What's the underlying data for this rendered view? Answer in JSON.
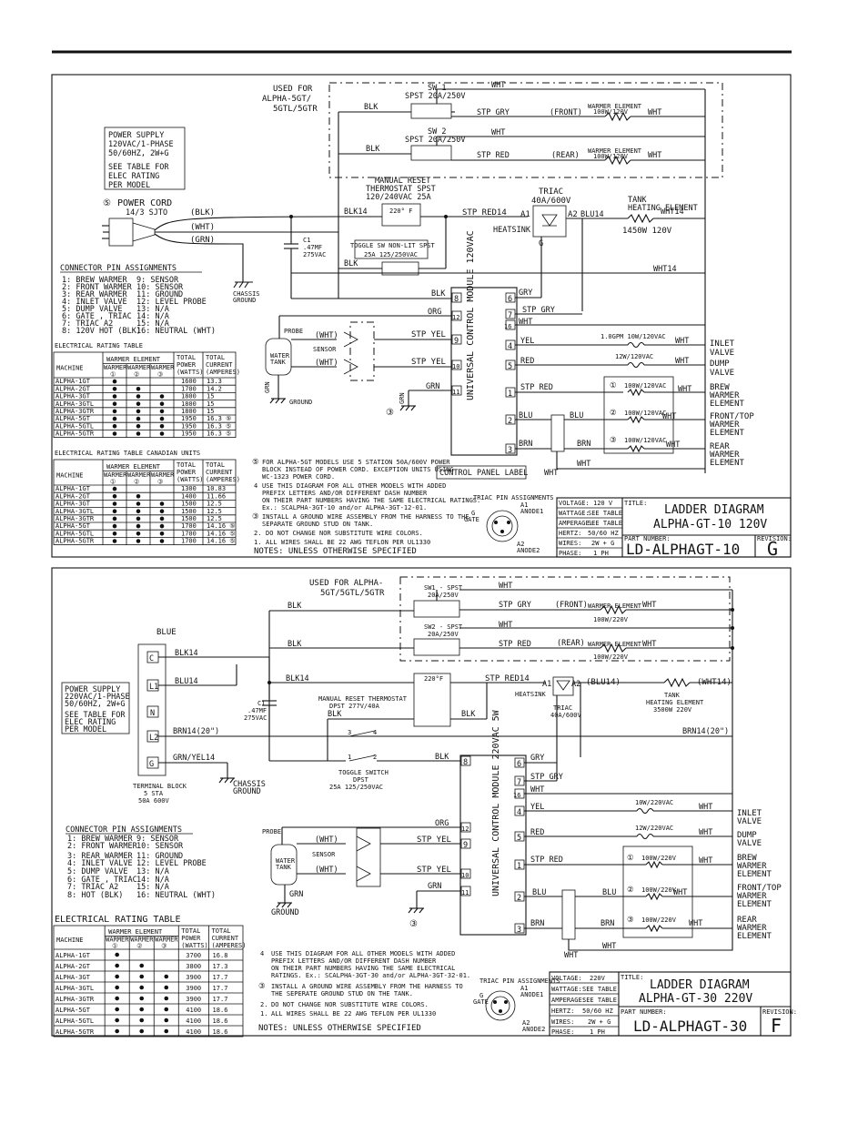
{
  "d1": {
    "used_for": [
      "USED FOR",
      "ALPHA-5GT/",
      "5GTL/5GTR"
    ],
    "sw1": [
      "SW 1",
      "SPST 20A/250V"
    ],
    "sw2": [
      "SW 2",
      "SPST 20A/250V"
    ],
    "front": "(FRONT)",
    "rear": "(REAR)",
    "warmer_element": "WARMER ELEMENT",
    "warmer_rating": "100W/120V",
    "power_supply": [
      "POWER SUPPLY",
      "120VAC/1-PHASE",
      "50/60HZ, 2W+G",
      "",
      "SEE TABLE FOR",
      "ELEC RATING",
      "PER MODEL"
    ],
    "power_cord": "POWER CORD",
    "cord_type": "14/3 SJTO",
    "cap": [
      "C1",
      ".47MF",
      "275VAC"
    ],
    "thermostat": [
      "MANUAL RESET",
      "THERMOSTAT SPST",
      "120/240VAC 25A"
    ],
    "thermo_temp": "220° F",
    "toggle": [
      "TOGGLE SW NON-LIT SPST",
      "25A 125/250VAC"
    ],
    "triac": [
      "TRIAC",
      "40A/600V"
    ],
    "heatsink": "HEATSINK",
    "tank": [
      "TANK",
      "HEATING ELEMENT"
    ],
    "tank_rating": "1450W 120V",
    "chassis": [
      "CHASSIS",
      "GROUND"
    ],
    "module": "UNIVERSAL CONTROL MODULE 120VAC",
    "control_panel_label": "CONTROL PANEL LABEL",
    "inlet_rating": "1.0GPM 10W/120VAC",
    "dump_rating": "12W/120VAC",
    "brew_rating": "100W/120VAC",
    "notes": [
      "FOR ALPHA-5GT MODELS USE 5 STATION 50A/600V POWER",
      "BLOCK INSTEAD OF POWER CORD. EXCEPTION UNITS USING",
      "WC-1323 POWER CORD.",
      "USE THIS DIAGRAM FOR ALL OTHER MODELS WITH ADDED",
      "PREFIX LETTERS AND/OR DIFFERENT DASH NUMBER",
      "ON THEIR PART NUMBERS HAVING THE SAME ELECTRICAL RATINGS.",
      "Ex.: SCALPHA-3GT-10 and/or ALPHA-3GT-12-01.",
      "INSTALL A GROUND WIRE ASSEMBLY FROM THE HARNESS TO THE",
      "SEPARATE GROUND STUD ON TANK.",
      "DO NOT CHANGE NOR SUBSTITUTE WIRE COLORS.",
      "ALL WIRES SHALL BE 22 AWG TEFLON PER UL1330"
    ],
    "title_block": {
      "voltage": "120 V",
      "wattage": "SEE TABLE",
      "amperage": "SEE TABLE",
      "hertz": "50/60 HZ",
      "wires": "2W + G",
      "phase": "1 PH",
      "title": [
        "LADDER DIAGRAM",
        "ALPHA-GT-10 120V"
      ],
      "part_number": "LD-ALPHAGT-10",
      "revision": "G"
    },
    "rating_table": [
      [
        "ALPHA-1GT",
        "1",
        "",
        "",
        "1600",
        "13.3"
      ],
      [
        "ALPHA-2GT",
        "1",
        "1",
        "",
        "1700",
        "14.2"
      ],
      [
        "ALPHA-3GT",
        "1",
        "1",
        "1",
        "1800",
        "15"
      ],
      [
        "ALPHA-3GTL",
        "1",
        "1",
        "1",
        "1800",
        "15"
      ],
      [
        "ALPHA-3GTR",
        "1",
        "1",
        "1",
        "1800",
        "15"
      ],
      [
        "ALPHA-5GT",
        "1",
        "1",
        "1",
        "1950",
        "16.3 ⑤"
      ],
      [
        "ALPHA-5GTL",
        "1",
        "1",
        "1",
        "1950",
        "16.3 ⑤"
      ],
      [
        "ALPHA-5GTR",
        "1",
        "1",
        "1",
        "1950",
        "16.3 ⑤"
      ]
    ],
    "canadian_table": [
      [
        "ALPHA-1GT",
        "1",
        "",
        "",
        "1300",
        "10.83"
      ],
      [
        "ALPHA-2GT",
        "1",
        "1",
        "",
        "1400",
        "11.66"
      ],
      [
        "ALPHA-3GT",
        "1",
        "1",
        "1",
        "1500",
        "12.5"
      ],
      [
        "ALPHA-3GTL",
        "1",
        "1",
        "1",
        "1500",
        "12.5"
      ],
      [
        "ALPHA-3GTR",
        "1",
        "1",
        "1",
        "1500",
        "12.5"
      ],
      [
        "ALPHA-5GT",
        "1",
        "1",
        "1",
        "1700",
        "14.16 ⑤"
      ],
      [
        "ALPHA-5GTL",
        "1",
        "1",
        "1",
        "1700",
        "14.16 ⑤"
      ],
      [
        "ALPHA-5GTR",
        "1",
        "1",
        "1",
        "1700",
        "14.16 ⑤"
      ]
    ]
  },
  "d2": {
    "used_for": [
      "USED FOR ALPHA-",
      "5GT/5GTL/5GTR"
    ],
    "sw1": [
      "SW1 - SPST",
      "20A/250V"
    ],
    "sw2": [
      "SW2 - SPST",
      "20A/250V"
    ],
    "front": "(FRONT)",
    "rear": "(REAR)",
    "warmer_element": "WARMER ELEMENT",
    "warmer_rating": "100W/220V",
    "blue": "BLUE",
    "power_supply": [
      "POWER SUPPLY",
      "220VAC/1-PHASE",
      "50/60HZ, 2W+G",
      "",
      "SEE TABLE FOR",
      "ELEC RATING",
      "PER MODEL"
    ],
    "terminal_block": [
      "TERMINAL BLOCK",
      "5 STA",
      "50A 600V"
    ],
    "cap": [
      "C1",
      ".47MF",
      "275VAC"
    ],
    "thermostat": [
      "MANUAL RESET THERMOSTAT",
      "DPST 277V/40A"
    ],
    "thermo_temp": "220°F",
    "toggle": [
      "TOGGLE SWITCH",
      "DPST",
      "25A 125/250VAC"
    ],
    "triac": [
      "TRIAC",
      "40A/600V"
    ],
    "heatsink": "HEATSINK",
    "tank": [
      "TANK",
      "HEATING ELEMENT",
      "3500W 220V"
    ],
    "chassis": [
      "CHASSIS",
      "GROUND"
    ],
    "module": "UNIVERSAL CONTROL MODULE 220VAC 5W",
    "inlet_rating": "10W/220VAC",
    "dump_rating": "12W/220VAC",
    "brew_rating": "100W/220V",
    "notes": [
      "USE THIS DIAGRAM FOR ALL OTHER MODELS WITH ADDED",
      "PREFIX LETTERS AND/OR DIFFERENT DASH NUMBER",
      "ON THEIR PART NUMBERS HAVING THE SAME ELECTRICAL",
      "RATINGS. Ex.: SCALPHA-3GT-30 and/or ALPHA-3GT-32-01.",
      "INSTALL A GROUND WIRE ASSEMBLY FROM THE HARNESS TO",
      "THE SEPERATE GROUND STUD ON THE TANK.",
      "DO NOT CHANGE NOR SUBSTITUTE WIRE COLORS.",
      "ALL WIRES SHALL BE 22 AWG TEFLON PER UL1330"
    ],
    "title_block": {
      "voltage": "220V",
      "wattage": "SEE TABLE",
      "amperage": "SEE TABLE",
      "hertz": "50/60 HZ",
      "wires": "2W + G",
      "phase": "1 PH",
      "title": [
        "LADDER DIAGRAM",
        "ALPHA-GT-30 220V"
      ],
      "part_number": "LD-ALPHAGT-30",
      "revision": "F"
    },
    "rating_table": [
      [
        "ALPHA-1GT",
        "1",
        "",
        "",
        "3700",
        "16.8"
      ],
      [
        "ALPHA-2GT",
        "1",
        "1",
        "",
        "3800",
        "17.3"
      ],
      [
        "ALPHA-3GT",
        "1",
        "1",
        "1",
        "3900",
        "17.7"
      ],
      [
        "ALPHA-3GTL",
        "1",
        "1",
        "1",
        "3900",
        "17.7"
      ],
      [
        "ALPHA-3GTR",
        "1",
        "1",
        "1",
        "3900",
        "17.7"
      ],
      [
        "ALPHA-5GT",
        "1",
        "1",
        "1",
        "4100",
        "18.6"
      ],
      [
        "ALPHA-5GTL",
        "1",
        "1",
        "1",
        "4100",
        "18.6"
      ],
      [
        "ALPHA-5GTR",
        "1",
        "1",
        "1",
        "4100",
        "18.6"
      ]
    ]
  },
  "common": {
    "wire_blk": "BLK",
    "wire_wht": "WHT",
    "wire_grn": "GRN",
    "wire_org": "ORG",
    "wire_yel": "YEL",
    "wire_red": "RED",
    "wire_blu": "BLU",
    "wire_brn": "BRN",
    "wire_gry": "GRY",
    "stp_gry": "STP GRY",
    "stp_red": "STP RED",
    "stp_yel": "STP YEL",
    "stp_red14": "STP RED14",
    "blk14": "BLK14",
    "blu14": "BLU14",
    "wht14": "WHT14",
    "brn14": "BRN14(20\")",
    "grn_yel14": "GRN/YEL14",
    "cord_blk": "(BLK)",
    "cord_wht": "(WHT)",
    "cord_grn": "(GRN)",
    "paren_wht": "(WHT)",
    "paren_blu14": "(BLU14)",
    "paren_wht14": "(WHT14)",
    "a1": "A1",
    "a2": "A2",
    "g": "G",
    "probe": "PROBE",
    "sensor": "SENSOR",
    "water_tank": [
      "WATER",
      "TANK"
    ],
    "ground": "GROUND",
    "connector_title": "CONNECTOR PIN ASSIGNMENTS",
    "pins_left": [
      "1: BREW WARMER",
      "2: FRONT WARMER",
      "3: REAR WARMER",
      "4: INLET VALVE",
      "5: DUMP VALVE",
      "6: GATE , TRIAC",
      "7: TRIAC A2",
      "8: 120V HOT (BLK)"
    ],
    "pins_left_220": [
      "1: BREW WARMER",
      "2: FRONT WARMER",
      "3: REAR WARMER",
      "4: INLET VALVE",
      "5: DUMP VALVE",
      "6: GATE , TRIAC",
      "7: TRIAC A2",
      "8: HOT (BLK)"
    ],
    "pins_right": [
      "9: SENSOR",
      "10: SENSOR",
      "11: GROUND",
      "12: LEVEL PROBE",
      "13: N/A",
      "14: N/A",
      "15: N/A",
      "16: NEUTRAL (WHT)"
    ],
    "loads": [
      "INLET",
      "VALVE",
      "DUMP",
      "VALVE",
      "BREW",
      "WARMER",
      "ELEMENT",
      "FRONT/TOP",
      "WARMER",
      "ELEMENT",
      "REAR",
      "WARMER",
      "ELEMENT"
    ],
    "elec_table_title": "ELECTRICAL RATING TABLE",
    "elec_table_title_can": "ELECTRICAL RATING TABLE CANADIAN UNITS",
    "th_machine": "MACHINE",
    "th_warmer": "WARMER ELEMENT",
    "th_warmer_cols": [
      "WARMER ①",
      "WARMER ②",
      "WARMER ③"
    ],
    "th_power": [
      "TOTAL",
      "POWER",
      "(WATTS)"
    ],
    "th_current": [
      "TOTAL",
      "CURRENT",
      "(AMPERES)"
    ],
    "notes_title": "NOTES: UNLESS OTHERWISE SPECIFIED",
    "triac_pins": "TRIAC PIN ASSIGNMENTS",
    "triac_g": [
      "G",
      "GATE"
    ],
    "triac_a1": [
      "A1",
      "ANODE1"
    ],
    "triac_a2": [
      "A2",
      "ANODE2"
    ],
    "tb_labels": [
      "VOLTAGE:",
      "WATTAGE:",
      "AMPERAGE:",
      "HERTZ:",
      "WIRES:",
      "PHASE:"
    ],
    "tb_title": "TITLE:",
    "tb_part": "PART NUMBER:",
    "tb_rev": "REVISION:"
  }
}
